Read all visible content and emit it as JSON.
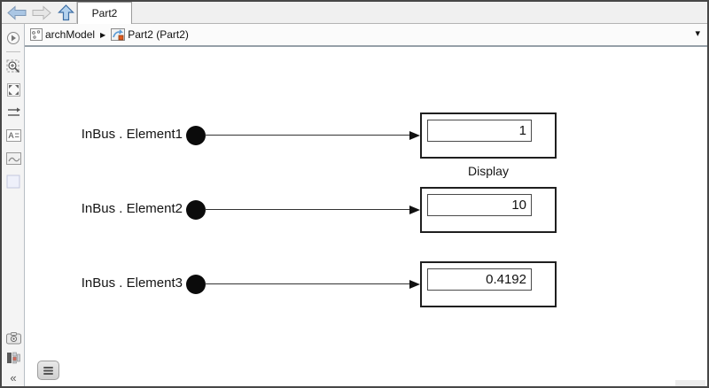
{
  "tab_bar": {
    "tab": "Part2"
  },
  "breadcrumb": {
    "root": "archModel",
    "current": "Part2 (Part2)"
  },
  "icons": {
    "crumb_separator": "▶",
    "dropdown": "▾",
    "collapse": "«"
  },
  "canvas": {
    "rows": [
      {
        "label": "InBus . Element1",
        "value": "1",
        "block_label": "Display"
      },
      {
        "label": "InBus . Element2",
        "value": "10"
      },
      {
        "label": "InBus . Element3",
        "value": "0.4192"
      }
    ]
  },
  "colors": {
    "back_arrow_fill": "#aac6e4",
    "forward_arrow_fill": "#e6e6e6",
    "up_arrow_fill": "#b4d2ee",
    "up_arrow_stroke": "#3c6ea5",
    "window_border": "#474747",
    "toolbar_bg": "#f0f0f0",
    "crumb_divider": "#96a0a8",
    "block_border": "#1f1f1f",
    "ref_icon_accent": "#e05a1e"
  }
}
